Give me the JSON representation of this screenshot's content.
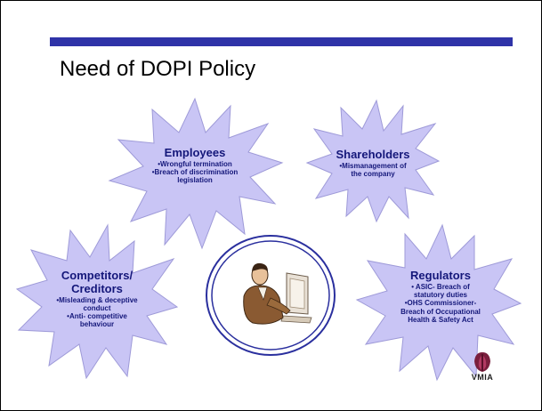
{
  "slide": {
    "title": "Need of DOPI Policy"
  },
  "bursts": {
    "employees": {
      "heading": "Employees",
      "lines": [
        "•Wrongful termination",
        "•Breach of discrimination",
        "legislation"
      ]
    },
    "shareholders": {
      "heading": "Shareholders",
      "lines": [
        "•Mismanagement of",
        "the company"
      ]
    },
    "competitors": {
      "heading_line1": "Competitors/",
      "heading_line2": "Creditors",
      "lines": [
        "•Misleading & deceptive",
        "conduct",
        "•Anti- competitive",
        "behaviour"
      ]
    },
    "regulators": {
      "heading": "Regulators",
      "lines": [
        "• ASIC- Breach of",
        "statutory duties",
        "•OHS Commissioner-",
        "Breach of Occupational",
        "Health & Safety Act"
      ]
    }
  },
  "logo": {
    "text": "VMIA"
  },
  "colors": {
    "accent_bar": "#2f33a8",
    "burst_fill": "#c9c5f5",
    "burst_text": "#14177a",
    "ellipse_stroke": "#2a2f9e"
  },
  "icons": {
    "center": "person-at-computer-clipart",
    "logo": "vmia-logo"
  }
}
